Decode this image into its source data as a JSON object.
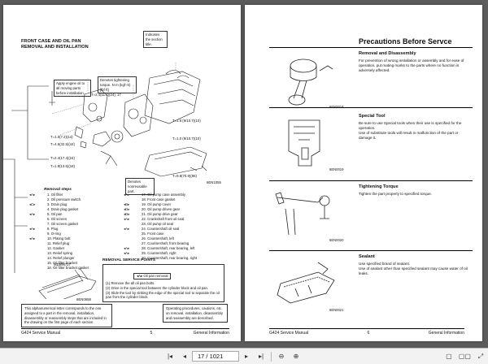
{
  "left_page": {
    "title_line1": "FRONT CASE AND OIL PAN",
    "title_line2": "REMOVAL AND INSTALLATION",
    "indicates_label": "Indicates the section title.",
    "callout_apply": "Apply engine oil to all moving parts before installation.",
    "callout_torque": "Denotes tightening torque. N·m (kgf·m) [lbf·ft]",
    "callout_nonreusable": "Denotes nonreusable part.",
    "torques": [
      "T=2.4(11.4)(24), 17",
      "T=1.5 (9/10.7)(10)",
      "T=1.0(7.2)(14)",
      "T=4.5(32.5)(44)",
      "T=2.4(17.4)(24)",
      "T=1.8(13.5)(18)",
      "T=1.0 (9/10.7)(10)",
      "T=9.8(70.9)(96)"
    ],
    "fig_code_main": "6EN1055",
    "removal_steps_title": "Removal steps",
    "steps_left": [
      {
        "sym": "◂A▸",
        "text": "1. Oil filter"
      },
      {
        "sym": "",
        "text": "2. Oil pressure switch"
      },
      {
        "sym": "◂C▸",
        "text": "3. Drain plug"
      },
      {
        "sym": "",
        "text": "4. Drain plug gasket"
      },
      {
        "sym": "◂A▸",
        "text": "5. Oil pan"
      },
      {
        "sym": "",
        "text": "6. Oil screen"
      },
      {
        "sym": "",
        "text": "7. Oil screen gasket"
      },
      {
        "sym": "◂A▸",
        "text": "8. Plug"
      },
      {
        "sym": "",
        "text": "9. O-ring"
      },
      {
        "sym": "◂A▸",
        "text": "10. Plating bolt"
      },
      {
        "sym": "",
        "text": "11. Relief plug"
      },
      {
        "sym": "",
        "text": "12. Gasket"
      },
      {
        "sym": "",
        "text": "13. Relief spring"
      },
      {
        "sym": "",
        "text": "14. Relief plunger"
      },
      {
        "sym": "",
        "text": "15. Oil filter bracket"
      },
      {
        "sym": "",
        "text": "16. Oil filter bracket gasket"
      }
    ],
    "steps_right": [
      {
        "sym": "◂A▸",
        "text": "17. Oil pump case assembly"
      },
      {
        "sym": "",
        "text": "18. Front case gasket"
      },
      {
        "sym": "◂B▸",
        "text": "19. Oil pump cover"
      },
      {
        "sym": "◂D▸",
        "text": "20. Oil pump driven gear"
      },
      {
        "sym": "◂D▸",
        "text": "21. Oil pump drive gear"
      },
      {
        "sym": "◂A▸",
        "text": "22. Crankshaft front oil seal"
      },
      {
        "sym": "",
        "text": "23. Oil pump oil seal"
      },
      {
        "sym": "◂A▸",
        "text": "24. Countershaft oil seal"
      },
      {
        "sym": "",
        "text": "25. Front case"
      },
      {
        "sym": "",
        "text": "26. Countershaft, left"
      },
      {
        "sym": "",
        "text": "27. Countershaft, front bearing"
      },
      {
        "sym": "◂A▸",
        "text": "28. Countershaft, rear bearing, left"
      },
      {
        "sym": "◂A▸",
        "text": "29. Countershaft, right"
      },
      {
        "sym": "",
        "text": "30. Countershaft, rear bearing, right"
      }
    ],
    "md_tool": "MD998727",
    "fig_code_small": "6EN0658",
    "service_points_title": "REMOVAL SERVICE POINTS",
    "service_header": "◂A▸ Oil pan removal",
    "service_text": "(1) Remove the all oil pan bolts.\n(2) Drive in the special tool between the cylinder block and oil pan.\n(3) Slide the tool by striking the edge of the special tool to separate the oil pan from the cylinder block.",
    "note_left": "This alphanumerical letter corresponds to the one assigned to a part in the removal, installation, disassembly or reassembly steps that are included in the drawing on the first page of each section.",
    "note_right": "Operating procedures, cautions, etc. on removal, installation, disassembly and reassembly are described.",
    "footer_manual": "G424 Service Manual",
    "footer_page": "5",
    "footer_section": "General Information"
  },
  "right_page": {
    "title": "Precautions Before Servce",
    "sections": [
      {
        "head": "Removal and Disassembly",
        "body": "For prevention of wrong installation or assembly and for ease of operation, put mating marks to the parts where no function is adversely affected.",
        "fig_code": "6EN0016"
      },
      {
        "head": "Special Tool",
        "body": "Be sure to use Special tools when their use is specified for the operation.\nUse of substitute tools will result in malfunction of the part or damage it.",
        "fig_code": "6EN0019"
      },
      {
        "head": "Tightening Torque",
        "body": "Tighten the part properly to specified torque.",
        "fig_code": "6EN0020"
      },
      {
        "head": "Sealant",
        "body": "Use specified brand of sealant.\nUse of sealant other than specified sealant may cause water of oil leaks.",
        "fig_code": "6EN0021"
      }
    ],
    "footer_manual": "G424 Service Manual",
    "footer_page": "6",
    "footer_section": "General Information"
  },
  "toolbar": {
    "page_field": "17 / 1021",
    "colors": {
      "bar": "#f2f2f2",
      "icon": "#333333"
    }
  }
}
